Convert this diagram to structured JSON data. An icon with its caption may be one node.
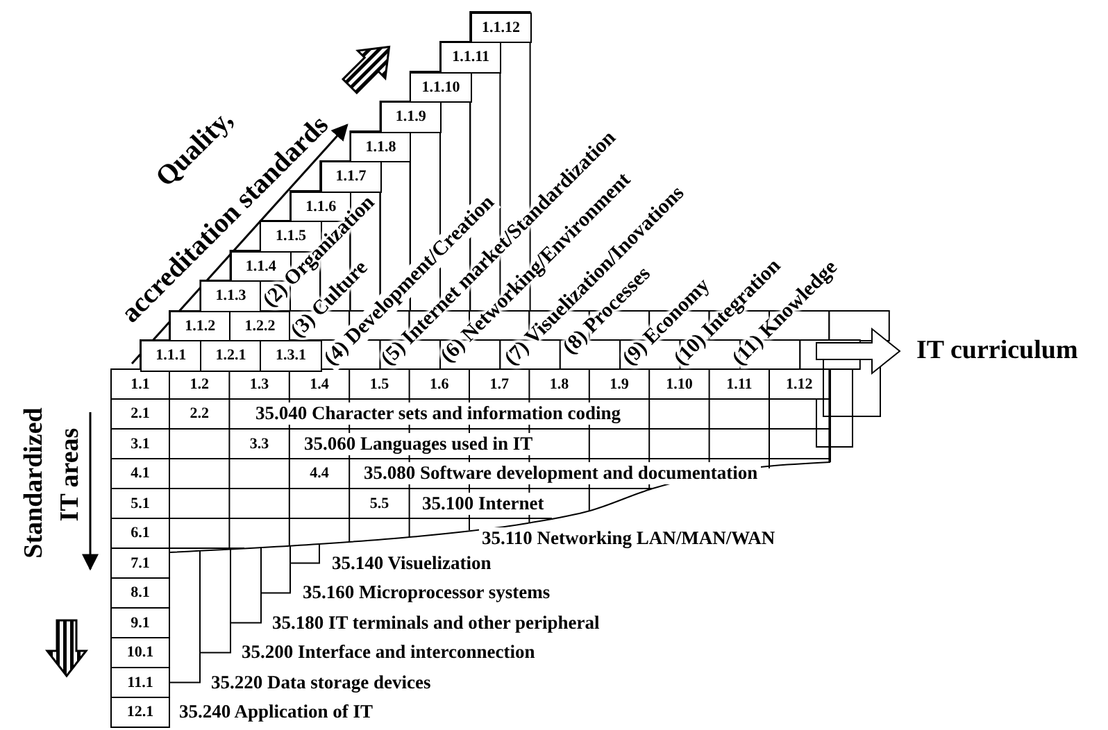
{
  "diagram": {
    "labels": [
      "1.1.12",
      "1.1.11",
      "1.1.10",
      "1.1.9",
      "1.1.8",
      "1.1.7",
      "1.1.6",
      "1.1.5",
      "1.1.4",
      "1.1.3",
      "Quality,",
      "accreditation standards",
      "(2) Organization",
      "(3) Culture",
      "(4) Development/Creation",
      "(5) Internet market/Standardization",
      "(6) Networking/Environment",
      "(7) Visuelization/Inovations",
      "(8) Processes",
      "(9) Economy",
      "(10) Integration",
      "(11) Knowledge",
      "1.1.2",
      "1.2.2",
      "1.1.1",
      "1.2.1",
      "1.3.1",
      "IT curriculum",
      "Standardized",
      "IT areas",
      "1.1",
      "1.2",
      "1.3",
      "1.4",
      "1.5",
      "1.6",
      "1.7",
      "1.8",
      "1.9",
      "1.10",
      "1.11",
      "1.12",
      "2.1",
      "2.2",
      "35.040 Character sets and information coding",
      "3.1",
      "3.3",
      "35.060 Languages used in IT",
      "4.1",
      "4.4",
      "35.080 Software development and documentation",
      "5.1",
      "5.5",
      "35.100 Internet",
      "6.1",
      "35.110 Networking LAN/MAN/WAN",
      "7.1",
      "35.140 Visuelization",
      "8.1",
      "35.160 Microprocessor systems",
      "9.1",
      "35.180 IT terminals and other peripheral",
      "10.1",
      "35.200 Interface and interconnection",
      "11.1",
      "35.220 Data storage devices",
      "12.1",
      "35.240 Application of IT"
    ]
  }
}
